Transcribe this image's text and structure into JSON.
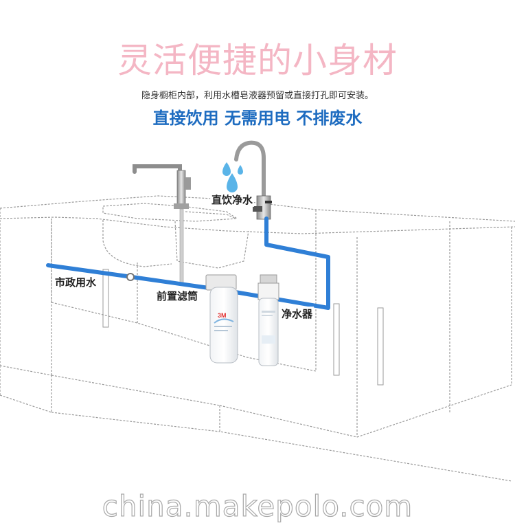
{
  "title": "灵活便捷的小身材",
  "subtitle": "隐身橱柜内部，利用水槽皂液器预留或直接打孔即可安装。",
  "headline": "直接饮用 无需用电 不排废水",
  "labels": {
    "municipal_water": "市政用水",
    "pre_filter": "前置滤筒",
    "purifier": "净水器",
    "drinking_faucet": "直饮净水",
    "brand_mark": "3M"
  },
  "watermark": "china.makepolo.com",
  "colors": {
    "title": "#f4b6c4",
    "headline": "#1e6cc0",
    "pipe": "#2f7fd6",
    "water_drop": "#5ab4e8",
    "outline": "#9a9a9a"
  }
}
